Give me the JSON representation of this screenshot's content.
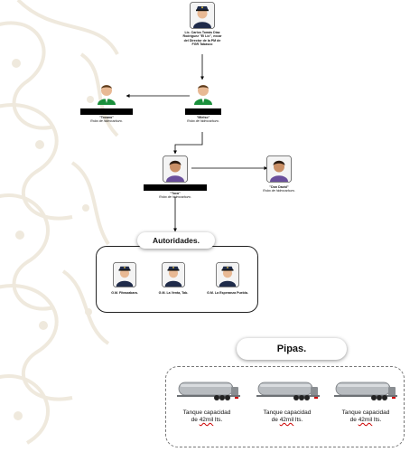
{
  "top_person": {
    "icon": "police-officer-icon",
    "label_lines": [
      "Lic. Carlos Tomás Díaz",
      "Rodríguez \"El Lic\", excar",
      "del Director de la PM de",
      "FGR Tabasco"
    ]
  },
  "mid_left_person": {
    "icon": "man-icon",
    "redacted": true,
    "alias": "\"Tocano\"",
    "role": "Robo de hidrocarburo."
  },
  "mid_right_person": {
    "icon": "man-icon",
    "redacted": true,
    "alias": "\"Mielso\"",
    "role": "Robo de hidrocarburo."
  },
  "center_person": {
    "icon": "dark-haired-man-icon",
    "redacted": true,
    "alias": "\"Tuca\"",
    "role": "Robo de hidrocarburo."
  },
  "right_person": {
    "icon": "dark-haired-man-icon",
    "alias": "\"Don David\"",
    "role": "Robo de hidrocarburo."
  },
  "authorities": {
    "title": "Autoridades.",
    "items": [
      {
        "icon": "police-officer-icon",
        "label": "G.M. Fiteazabara."
      },
      {
        "icon": "police-officer-icon",
        "label": "G.M. La Venta, Tab."
      },
      {
        "icon": "police-officer-icon",
        "label": "G.M. La Esperanza Puebla."
      }
    ]
  },
  "pipas": {
    "title": "Pipas.",
    "tanks": [
      {
        "icon": "tanker-truck-icon",
        "line1": "Tanque capacidad",
        "line2_prefix": "de ",
        "line2_underlined": "42mil",
        "line2_suffix": " lts."
      },
      {
        "icon": "tanker-truck-icon",
        "line1": "Tanque capacidad",
        "line2_prefix": "de ",
        "line2_underlined": "42mil",
        "line2_suffix": " lts."
      },
      {
        "icon": "tanker-truck-icon",
        "line1": "Tanque capacidad",
        "line2_prefix": "de ",
        "line2_underlined": "42mil",
        "line2_suffix": " lts."
      }
    ]
  },
  "colors": {
    "watermark": "#efe9dd",
    "police_uniform": "#1f2b4a",
    "police_face": "#e8b994",
    "man_shirt": "#1a8f3b",
    "dark_man_shirt": "#6a4f9c",
    "tank_body": "#b8bcc0"
  }
}
